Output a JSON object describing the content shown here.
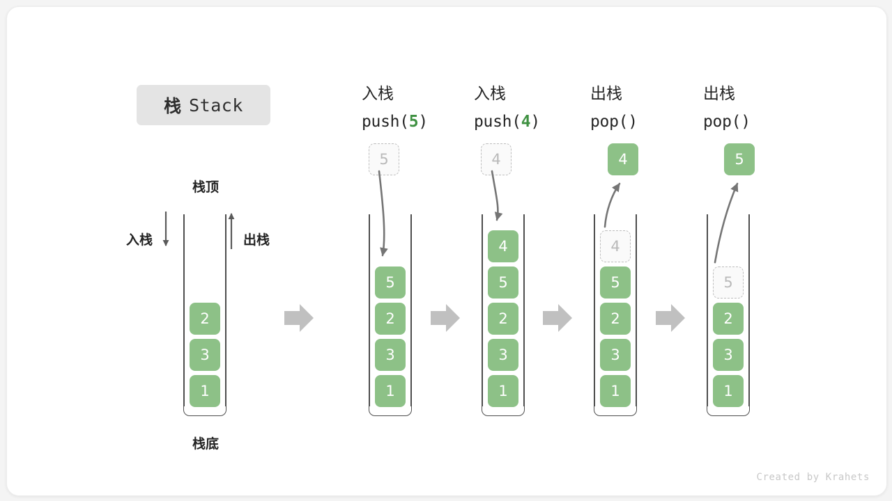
{
  "title": {
    "cn": "栈",
    "en": "Stack"
  },
  "labels": {
    "top": "栈顶",
    "bottom": "栈底",
    "push_side": "入栈",
    "pop_side": "出栈"
  },
  "colors": {
    "cell_fill": "#8dc187",
    "cell_text": "#ffffff",
    "ghost_fill": "#fafafa",
    "ghost_border": "#bdbdbd",
    "ghost_text": "#b9b9b9",
    "tube_border": "#4d4d4d",
    "badge_bg": "#e4e4e4",
    "accent_green": "#3f9142",
    "step_arrow": "#c0c0c0",
    "curve_arrow": "#757575",
    "page_bg": "#f4f4f4",
    "card_bg": "#ffffff"
  },
  "columns": [
    {
      "id": "initial",
      "op_cn": "",
      "op_code": "",
      "op_arg": "",
      "cells": [
        "2",
        "3",
        "1"
      ],
      "ghost_in_tube": null,
      "floating": null,
      "floating_kind": null
    },
    {
      "id": "push-5",
      "op_cn": "入栈",
      "op_code_prefix": "push(",
      "op_arg": "5",
      "op_code_suffix": ")",
      "cells": [
        "5",
        "2",
        "3",
        "1"
      ],
      "ghost_in_tube": null,
      "floating": "5",
      "floating_kind": "ghost"
    },
    {
      "id": "push-4",
      "op_cn": "入栈",
      "op_code_prefix": "push(",
      "op_arg": "4",
      "op_code_suffix": ")",
      "cells": [
        "4",
        "5",
        "2",
        "3",
        "1"
      ],
      "ghost_in_tube": null,
      "floating": "4",
      "floating_kind": "ghost"
    },
    {
      "id": "pop-4",
      "op_cn": "出栈",
      "op_code_prefix": "pop(",
      "op_arg": "",
      "op_code_suffix": ")",
      "cells": [
        "5",
        "2",
        "3",
        "1"
      ],
      "ghost_in_tube": "4",
      "floating": "4",
      "floating_kind": "solid"
    },
    {
      "id": "pop-5",
      "op_cn": "出栈",
      "op_code_prefix": "pop(",
      "op_arg": "",
      "op_code_suffix": ")",
      "cells": [
        "2",
        "3",
        "1"
      ],
      "ghost_in_tube": "5",
      "floating": "5",
      "floating_kind": "solid"
    }
  ],
  "footer": "Created by Krahets"
}
